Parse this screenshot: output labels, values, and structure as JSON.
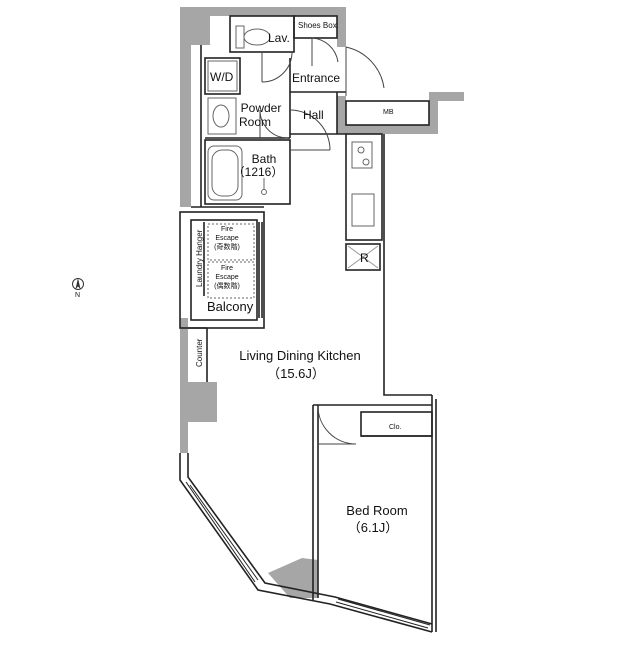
{
  "plan": {
    "rooms": {
      "lav": "Lav.",
      "shoes_box": "Shoes Box",
      "wd": "W/D",
      "entrance": "Entrance",
      "powder_room": [
        "Powder",
        "Room"
      ],
      "hall": "Hall",
      "mb": "MB",
      "bath": [
        "Bath",
        "（1216）"
      ],
      "refrigerator": "R",
      "fire_escape_1": [
        "Fire",
        "Escape",
        "(奇数階)"
      ],
      "fire_escape_2": [
        "Fire",
        "Escape",
        "(偶数階)"
      ],
      "laundry_hanger": "Laundry Hanger",
      "balcony": "Balcony",
      "counter": "Counter",
      "ldk": [
        "Living Dining Kitchen",
        "（15.6J）"
      ],
      "closet": "Clo.",
      "bed_room": [
        "Bed Room",
        "（6.1J）"
      ]
    },
    "compass": {
      "label": "N"
    },
    "colors": {
      "wall": "#a6a6a6",
      "line": "#222222",
      "fixture": "#888888"
    }
  }
}
